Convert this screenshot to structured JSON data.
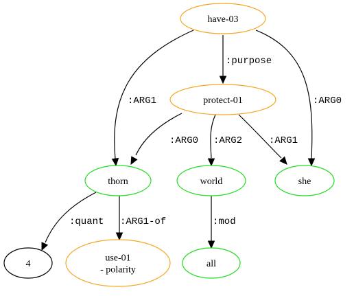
{
  "colors": {
    "predicate": "#f5a623",
    "concept": "#22dd22",
    "constant": "#000000"
  },
  "nodes": [
    {
      "id": "have03",
      "lines": [
        "have-03"
      ],
      "kind": "predicate"
    },
    {
      "id": "protect01",
      "lines": [
        "protect-01"
      ],
      "kind": "predicate"
    },
    {
      "id": "thorn",
      "lines": [
        "thorn"
      ],
      "kind": "concept"
    },
    {
      "id": "world",
      "lines": [
        "world"
      ],
      "kind": "concept"
    },
    {
      "id": "she",
      "lines": [
        "she"
      ],
      "kind": "concept"
    },
    {
      "id": "four",
      "lines": [
        "4"
      ],
      "kind": "constant"
    },
    {
      "id": "use01",
      "lines": [
        "use-01",
        "- polarity"
      ],
      "kind": "predicate"
    },
    {
      "id": "all",
      "lines": [
        "all"
      ],
      "kind": "concept"
    }
  ],
  "edges": [
    {
      "from": "have03",
      "to": "protect01",
      "label": ":purpose"
    },
    {
      "from": "have03",
      "to": "thorn",
      "label": ":ARG1"
    },
    {
      "from": "have03",
      "to": "she",
      "label": ":ARG0"
    },
    {
      "from": "protect01",
      "to": "thorn",
      "label": ":ARG0"
    },
    {
      "from": "protect01",
      "to": "world",
      "label": ":ARG2"
    },
    {
      "from": "protect01",
      "to": "she",
      "label": ":ARG1"
    },
    {
      "from": "thorn",
      "to": "four",
      "label": ":quant"
    },
    {
      "from": "thorn",
      "to": "use01",
      "label": ":ARG1-of"
    },
    {
      "from": "world",
      "to": "all",
      "label": ":mod"
    }
  ]
}
